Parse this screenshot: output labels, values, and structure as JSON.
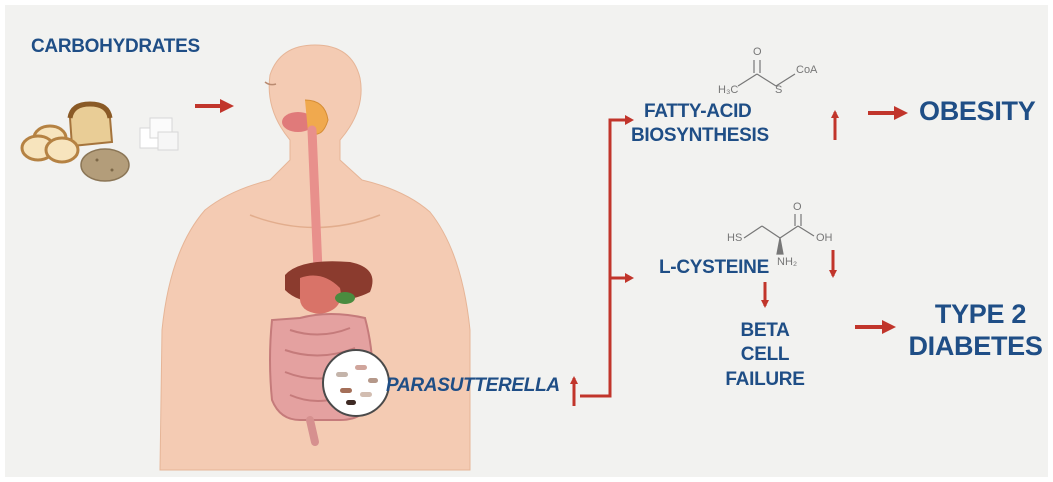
{
  "labels": {
    "carbohydrates": "CARBOHYDRATES",
    "fatty_acid_line1": "FATTY-ACID",
    "fatty_acid_line2": "BIOSYNTHESIS",
    "obesity": "OBESITY",
    "l_cysteine": "L-CYSTEINE",
    "beta": "BETA",
    "cell": "CELL",
    "failure": "FAILURE",
    "type2_line1": "TYPE 2",
    "type2_line2": "DIABETES",
    "parasutterella": "PARASUTTERELLA"
  },
  "chemistry": {
    "acetyl_coa": {
      "h3c": "H₃C",
      "s": "S",
      "coa": "CoA",
      "o": "O"
    },
    "cysteine": {
      "hs": "HS",
      "oh": "OH",
      "o": "O",
      "nh2": "NH₂"
    }
  },
  "colors": {
    "text": "#1f4e86",
    "arrow": "#c1352b",
    "skin": "#f4cbb3",
    "background": "#f2f2f0"
  },
  "icons": [
    "bread-icon",
    "sugar-cube-icon",
    "potato-icon",
    "human-body-icon",
    "stomach-icon",
    "liver-icon",
    "intestine-icon",
    "bacteria-magnifier-icon"
  ]
}
